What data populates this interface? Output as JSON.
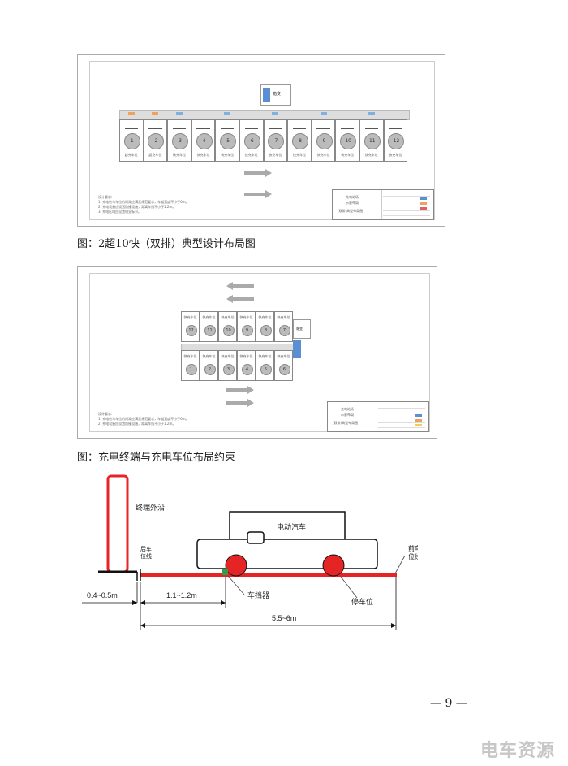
{
  "figure1": {
    "caption": "图：2超10快（双排）典型设计布局图",
    "slots": [
      "1",
      "2",
      "3",
      "4",
      "5",
      "6",
      "7",
      "8",
      "9",
      "10",
      "11",
      "12"
    ],
    "slot_labels": [
      "超充车位",
      "超充车位",
      "快充车位",
      "快充车位",
      "快充车位",
      "快充车位",
      "快充车位",
      "快充车位",
      "快充车位",
      "快充车位",
      "快充车位",
      "快充车位"
    ],
    "box_label": "箱变",
    "notes": [
      "设计要求:",
      "1. 充电桩与车位的间距应满足规范要求，车道宽度不小于6m。",
      "2. 充电设备应设置防撞设施，距离车挡不小于1.2m。",
      "3. 充电区域应设置明显标识。"
    ],
    "titleblock": [
      "充电站场",
      "示意布局",
      "(双排)典型布局图"
    ]
  },
  "figure2": {
    "caption": "图：充电终端与充电车位布局约束",
    "top_slots": [
      "12",
      "11",
      "10",
      "9",
      "8",
      "7"
    ],
    "bottom_slots": [
      "1",
      "2",
      "3",
      "4",
      "5",
      "6"
    ],
    "slot_label": "快充车位",
    "box_label": "箱变",
    "titleblock": [
      "充电站场",
      "示意布局",
      "(双排)典型布局图"
    ]
  },
  "diagram": {
    "terminal_label": "终端外沿",
    "rear_line_label": "后车\n位线",
    "car_label": "电动汽车",
    "front_line_label": "前车\n位线",
    "stopper_label": "车挡器",
    "parking_label": "停车位",
    "dim1": "0.4~0.5m",
    "dim2": "1.1~1.2m",
    "dim3": "5.5~6m"
  },
  "page_number": "— 9 —",
  "watermark": "电车资源"
}
